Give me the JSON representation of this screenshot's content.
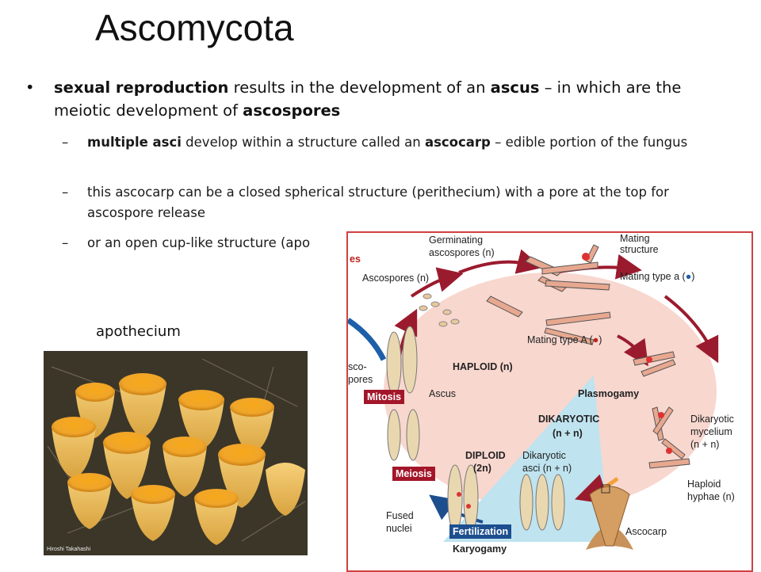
{
  "slide": {
    "title": "Ascomycota",
    "bullet": {
      "symbol": "•",
      "bold1": "sexual reproduction",
      "text1": " results in the development of an ",
      "bold2": "ascus",
      "text2": " – in which are the meiotic development of ",
      "bold3": "ascospores"
    },
    "sub_bullets": [
      {
        "dash": "–",
        "bold1": "multiple asci",
        "text1": " develop within a structure called an ",
        "bold2": "ascocarp",
        "text2": " – edible portion of the fungus"
      },
      {
        "dash": "–",
        "text1": "this ascocarp can be a closed spherical structure (perithecium) with a pore at the top for ascospore release"
      },
      {
        "dash": "–",
        "text1": "or an open cup-like structure (apo"
      }
    ],
    "photo_label": "apothecium",
    "photo_credit": "Hiroshi Takahashi"
  },
  "diagram": {
    "labels": {
      "corner": "es",
      "germinating": "Germinating",
      "germinating2": "ascospores (n)",
      "mating": "Mating",
      "mating2": "structure",
      "mating_a": "Mating type a (",
      "mating_a_end": ")",
      "ascospores": "Ascospores (n)",
      "mating_A": "Mating type A (",
      "mating_A_end": ")",
      "asco1": "sco-",
      "asco2": "pores",
      "haploid": "HAPLOID (n)",
      "ascus": "Ascus",
      "mitosis": "Mitosis",
      "plasmogamy": "Plasmogamy",
      "dikaryotic": "DIKARYOTIC",
      "dikaryotic2": "(n + n)",
      "dik_mycelium1": "Dikaryotic",
      "dik_mycelium2": "mycelium",
      "dik_mycelium3": "(n + n)",
      "diploid": "DIPLOID",
      "diploid2": "(2n)",
      "dik_asci1": "Dikaryotic",
      "dik_asci2": "asci (n + n)",
      "meiosis": "Meiosis",
      "haploid_hyphae1": "Haploid",
      "haploid_hyphae2": "hyphae (n)",
      "fused1": "Fused",
      "fused2": "nuclei",
      "fertilization": "Fertilization",
      "karyogamy": "Karyogamy",
      "ascocarp": "Ascocarp"
    },
    "colors": {
      "mitosis": "#a3162a",
      "meiosis": "#a3162a",
      "fertilization": "#1d4f8f",
      "haploid_bg": "#f8d7cf",
      "diploid_bg": "#bfe3ef",
      "arrow": "#9b1b2e"
    }
  }
}
